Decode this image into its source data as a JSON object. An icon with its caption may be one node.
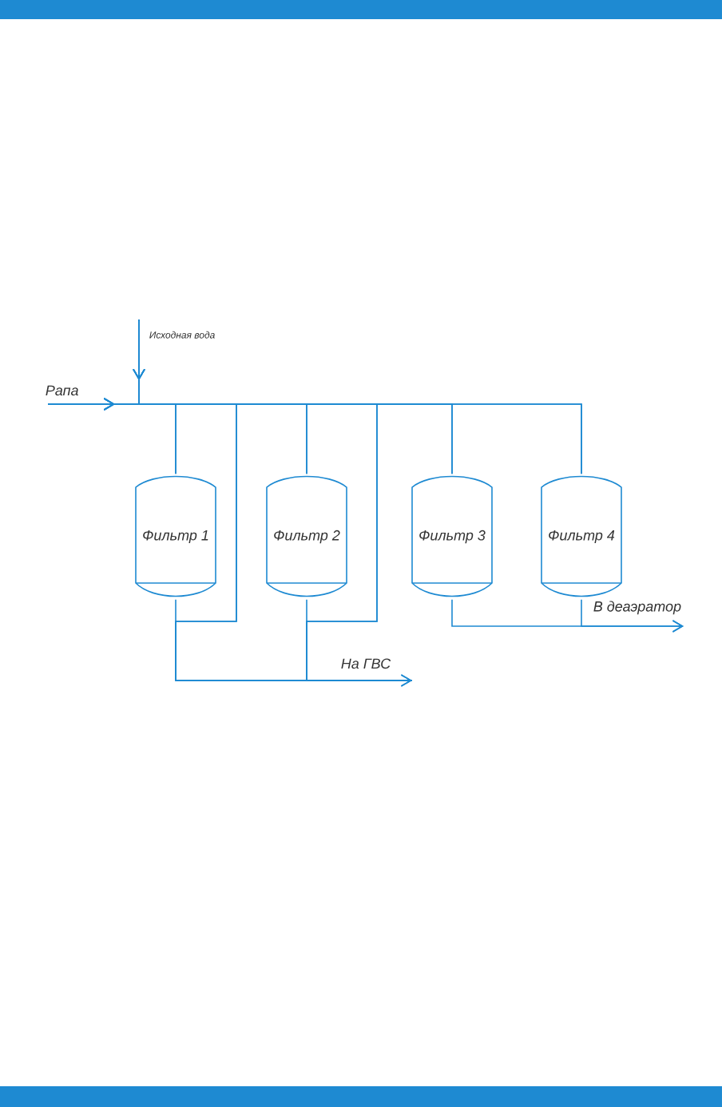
{
  "diagram": {
    "nodes": [
      {
        "text": [
          "Исходная вода"
        ]
      },
      {
        "text": [
          "Рапа"
        ]
      },
      {
        "text": [
          "Фильтр 1"
        ]
      },
      {
        "text": [
          "Фильтр 2"
        ]
      },
      {
        "text": [
          "Фильтр 3"
        ]
      },
      {
        "text": [
          "Фильтр 4"
        ]
      },
      {
        "text": [
          "На ГВС"
        ]
      },
      {
        "text": [
          "В деаэратор"
        ]
      }
    ],
    "edges": [
      {
        "from": 0,
        "to": 2,
        "arrow": "to"
      },
      {
        "from": 0,
        "to": 3,
        "arrow": "to"
      },
      {
        "from": 0,
        "to": 4,
        "arrow": "to"
      },
      {
        "from": 0,
        "to": 5,
        "arrow": "to"
      },
      {
        "from": 1,
        "to": 2,
        "arrow": "to"
      },
      {
        "from": 1,
        "to": 3,
        "arrow": "to"
      },
      {
        "from": 1,
        "to": 4,
        "arrow": "to"
      },
      {
        "from": 1,
        "to": 5,
        "arrow": "to"
      },
      {
        "from": 0,
        "to": 6,
        "arrow": "to"
      },
      {
        "from": 1,
        "to": 6,
        "arrow": "to"
      },
      {
        "from": 0,
        "to": 6,
        "arrow": "to"
      },
      {
        "from": 1,
        "to": 6,
        "arrow": "to"
      },
      {
        "from": 2,
        "to": 6,
        "arrow": "to"
      },
      {
        "from": 3,
        "to": 6,
        "arrow": "to"
      },
      {
        "from": 4,
        "to": 7,
        "arrow": "to"
      },
      {
        "from": 5,
        "to": 7,
        "arrow": "to"
      }
    ]
  }
}
